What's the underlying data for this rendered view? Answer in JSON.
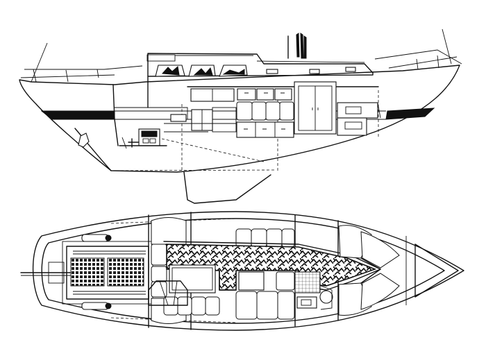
{
  "drawing": {
    "subject": "sailboat",
    "views": [
      "profile",
      "deck-plan"
    ]
  },
  "colors": {
    "ink": "#111111",
    "paper": "#ffffff"
  },
  "icons": [
    "galley-stove-icon",
    "engine-icon",
    "wheel-icon"
  ]
}
